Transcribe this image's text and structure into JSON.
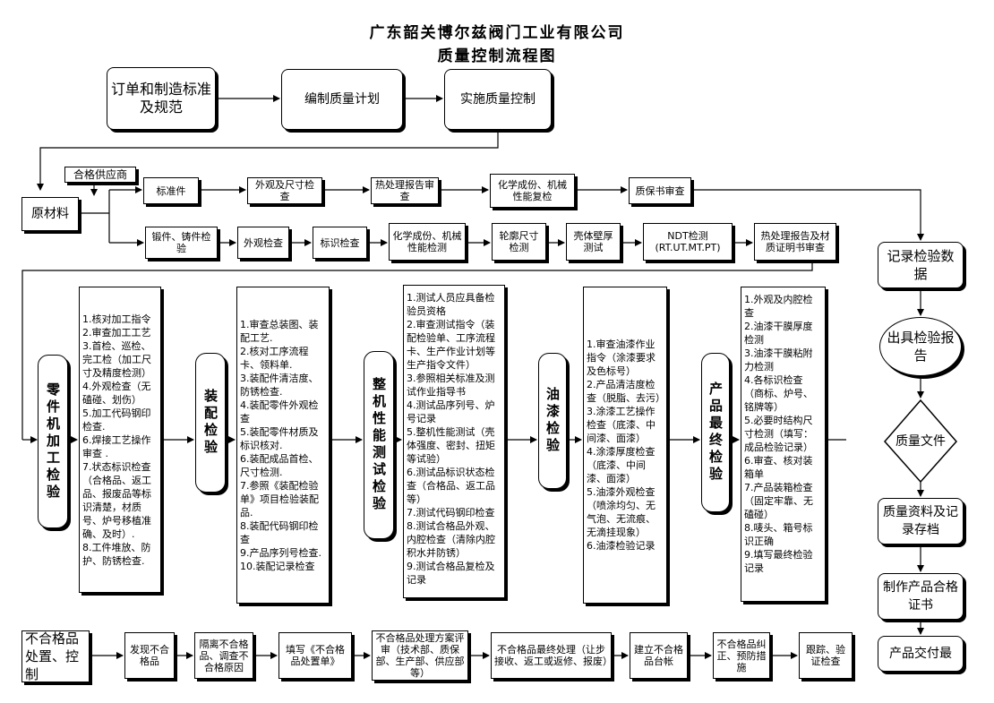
{
  "title": {
    "company": "广东韶关博尔兹阀门工业有限公司",
    "subtitle": "质量控制流程图"
  },
  "top": {
    "orders": "订单和制造标准及规范",
    "plan": "编制质量计划",
    "implement": "实施质量控制"
  },
  "raw": {
    "material": "原材料",
    "supplier": "合格供应商",
    "std_row": [
      "标准件",
      "外观及尺寸检查",
      "热处理报告审查",
      "化学成份、机械性能复检",
      "质保书审查"
    ],
    "forge_row": [
      "锻件、铸件检验",
      "外观检查",
      "标识检查",
      "化学成份、机械性能检测",
      "轮廓尺寸检测",
      "壳体壁厚测试",
      "NDT检测 (RT.UT.MT.PT)",
      "热处理报告及材质证明书审查"
    ]
  },
  "stages": [
    {
      "label": "零件机加工检验",
      "items": [
        "1.核对加工指令",
        "2.审查加工工艺",
        "3.首检、巡检、完工检（加工尺寸及精度检测）",
        "4.外观检查（无磕碰、划伤）",
        "5.加工代码钢印检查.",
        "6.焊接工艺操作审查 .",
        "7.状态标识检查（合格品、返工品、报废品等标识清楚，材质号、炉号移植准确、及时）.",
        "8.工件堆放、防护、防锈检查."
      ]
    },
    {
      "label": "装配检验",
      "items": [
        "1.审查总装图、装配工艺.",
        "2.核对工序流程卡、领料单.",
        "3.装配件清洁度、防锈检查.",
        "4.装配零件外观检查",
        "5.装配零件材质及标识核对.",
        "6.装配成品首检、尺寸检测.",
        "7.参照《装配检验单》项目检验装配品.",
        "8.装配代码钢印检查",
        "9.产品序列号检查.",
        "10.装配记录检查"
      ]
    },
    {
      "label": "整机性能测试检验",
      "items": [
        "1.测试人员应具备检验员资格",
        "2.审查测试指令（装配检验单、工序流程卡、生产作业计划等生产指令文件）",
        "3.参照相关标准及测试作业指导书",
        "4.测试品序列号、炉号记录",
        "5.整机性能测试（壳体强度、密封、扭矩等试验）",
        "6.测试品标识状态检查（合格品、返工品等）",
        "7.测试代码钢印检查",
        "8.测试合格品外观、内腔检查（清除内腔积水并防锈）",
        "9.测试合格品复检及记录"
      ]
    },
    {
      "label": "油漆检验",
      "items": [
        "1.审查油漆作业指令（涂漆要求及色标号）",
        "2.产品清洁度检查（脱脂、去污）",
        "3.涂漆工艺操作检查（底漆、中间漆、面漆）",
        "4.涂漆厚度检查（底漆、中间漆、面漆）",
        "5.油漆外观检查（喷涂均匀、无气泡、无流痕、无滴挂现象）",
        "6.油漆检验记录"
      ]
    },
    {
      "label": "产品最终检验",
      "items": [
        "1.外观及内腔检查",
        "2.油漆干膜厚度检测",
        "3.油漆干膜粘附力检测",
        "4.各标识检查（商标、炉号、铭牌等）",
        "5.必要时结构尺寸检测（填写：成品检验记录）",
        "6.审查、核对装箱单",
        "7.产品装箱检查（固定牢靠、无磕碰）",
        "8.唛头、箱号标识正确",
        "9.填写最终检验记录"
      ]
    }
  ],
  "right": {
    "record": "记录检验数据",
    "report": "出具检验报告",
    "quality_doc": "质量文件",
    "archive": "质量资料及记录存档",
    "certificate": "制作产品合格证书",
    "delivery": "产品交付最"
  },
  "nonconform": {
    "title": "不合格品处置、控制",
    "steps": [
      "发现不合格品",
      "隔离不合格品、调查不合格原因",
      "填写《不合格品处置单》",
      "不合格品处理方案评审（技术部、质保部、生产部、供应部等）",
      "不合格品最终处理（让步接收、返工或返修、报废）",
      "建立不合格品台帐",
      "不合格品纠正、预防措施",
      "跟踪、验证检查"
    ]
  }
}
